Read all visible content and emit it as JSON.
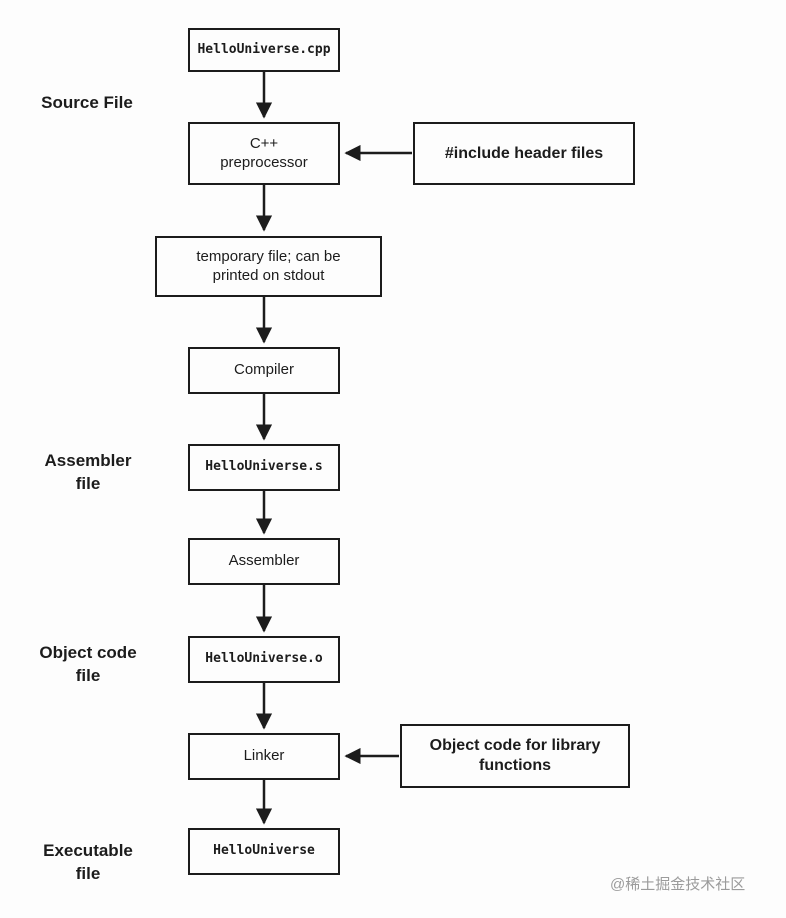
{
  "diagram": {
    "boxes": {
      "cpp_file": "HelloUniverse.cpp",
      "preprocessor": "C++ preprocessor",
      "include_headers": "#include header files",
      "temp_file": "temporary file; can be printed on stdout",
      "compiler": "Compiler",
      "asm_file": "HelloUniverse.s",
      "assembler": "Assembler",
      "obj_file": "HelloUniverse.o",
      "linker": "Linker",
      "lib_objects": "Object code for library functions",
      "executable": "HelloUniverse"
    },
    "side_labels": {
      "source_file": "Source File",
      "assembler_file": "Assembler file",
      "object_code_file": "Object code file",
      "executable_file": "Executable file"
    },
    "watermark": "@稀土掘金技术社区",
    "colors": {
      "border": "#1c1c1c",
      "background": "#fdfdfd",
      "watermark": "#9b9b9b"
    }
  }
}
